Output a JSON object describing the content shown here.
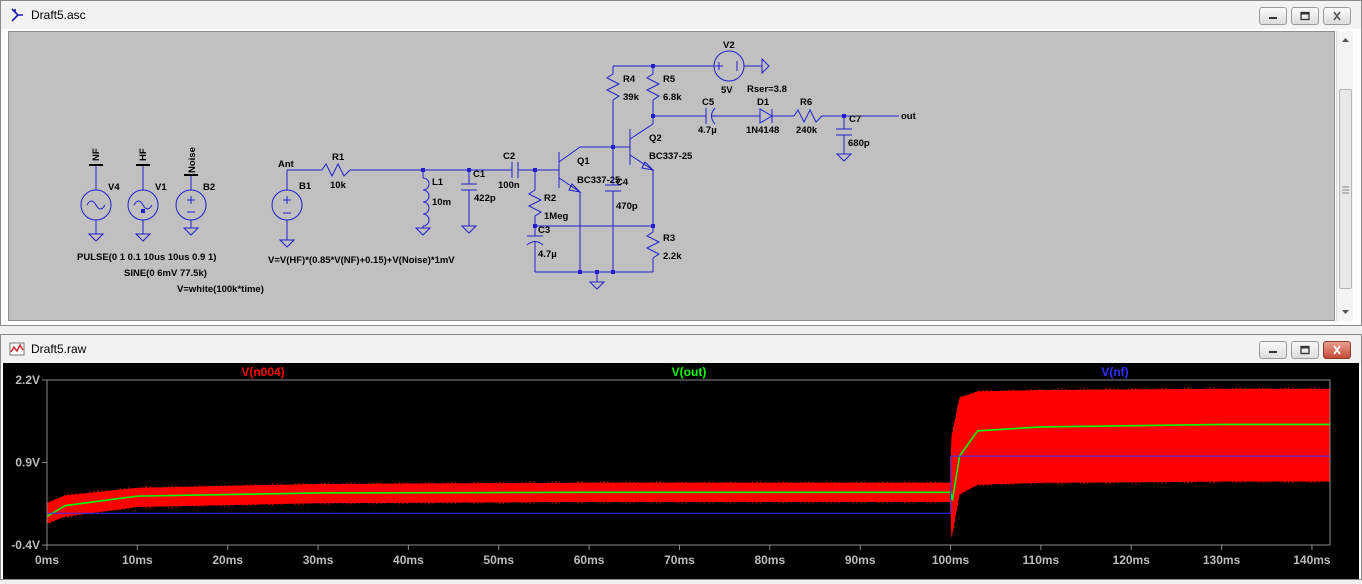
{
  "schematic_window": {
    "title": "Draft5.asc",
    "icon": "schematic-icon",
    "buttons": [
      "minimize-icon",
      "restore-icon",
      "close-icon"
    ]
  },
  "schematic": {
    "labels": {
      "nf": "NF",
      "hf": "HF",
      "noise": "Noise",
      "v4": "V4",
      "v1": "V1",
      "b2": "B2",
      "pulse": "PULSE(0 1 0.1 10us 10us 0.9 1)",
      "sine": "SINE(0 6mV 77.5k)",
      "vwhite": "V=white(100k*time)",
      "ant": "Ant",
      "b1": "B1",
      "bexpr": "V=V(HF)*(0.85*V(NF)+0.15)+V(Noise)*1mV",
      "r1": "R1",
      "r1v": "10k",
      "l1": "L1",
      "l1v": "10m",
      "c1": "C1",
      "c1v": "422p",
      "c2": "C2",
      "c2v": "100n",
      "r2": "R2",
      "r2v": "1Meg",
      "c3": "C3",
      "c3v": "4.7µ",
      "q1": "Q1",
      "q1v": "BC337-25",
      "c4": "C4",
      "c4v": "470p",
      "r4": "R4",
      "r4v": "39k",
      "r5": "R5",
      "r5v": "6.8k",
      "q2": "Q2",
      "q2v": "BC337-25",
      "r3": "R3",
      "r3v": "2.2k",
      "v2": "V2",
      "v2v": "5V",
      "rser": "Rser=3.8",
      "c5": "C5",
      "c5v": "4.7µ",
      "d1": "D1",
      "d1v": "1N4148",
      "r6": "R6",
      "r6v": "240k",
      "c7": "C7",
      "c7v": "680p",
      "out": "out"
    }
  },
  "waveform_window": {
    "title": "Draft5.raw",
    "icon": "waveform-icon",
    "buttons": [
      "minimize-icon",
      "restore-icon",
      "close-icon"
    ]
  },
  "chart_data": {
    "type": "line",
    "title": "",
    "xlabel": "",
    "ylabel": "",
    "xlim": [
      0,
      142
    ],
    "ylim": [
      -0.4,
      2.2
    ],
    "x_ticks": [
      "0ms",
      "10ms",
      "20ms",
      "30ms",
      "40ms",
      "50ms",
      "60ms",
      "70ms",
      "80ms",
      "90ms",
      "100ms",
      "110ms",
      "120ms",
      "130ms",
      "140ms"
    ],
    "y_ticks": [
      "2.2V",
      "0.9V",
      "-0.4V"
    ],
    "grid": false,
    "legend": "top",
    "series": [
      {
        "name": "V(n004)",
        "color": "#ff0000",
        "style": "band",
        "x": [
          0,
          2,
          10,
          30,
          60,
          100,
          100.1,
          101,
          103,
          110,
          130,
          142
        ],
        "upper": [
          0.26,
          0.38,
          0.5,
          0.56,
          0.58,
          0.58,
          1.3,
          1.92,
          2.02,
          2.04,
          2.06,
          2.06
        ],
        "lower": [
          -0.06,
          0.05,
          0.2,
          0.26,
          0.28,
          0.28,
          -0.3,
          0.4,
          0.55,
          0.58,
          0.6,
          0.6
        ]
      },
      {
        "name": "V(out)",
        "color": "#00ff00",
        "style": "line",
        "x": [
          0,
          2,
          10,
          30,
          60,
          100,
          100.2,
          101,
          103,
          110,
          130,
          142
        ],
        "values": [
          0.05,
          0.22,
          0.37,
          0.42,
          0.43,
          0.43,
          0.3,
          1.0,
          1.4,
          1.46,
          1.5,
          1.5
        ]
      },
      {
        "name": "V(nf)",
        "color": "#3030ff",
        "style": "step",
        "x": [
          0,
          100,
          100,
          142
        ],
        "values": [
          0.1,
          0.1,
          1.0,
          1.0
        ]
      }
    ]
  }
}
